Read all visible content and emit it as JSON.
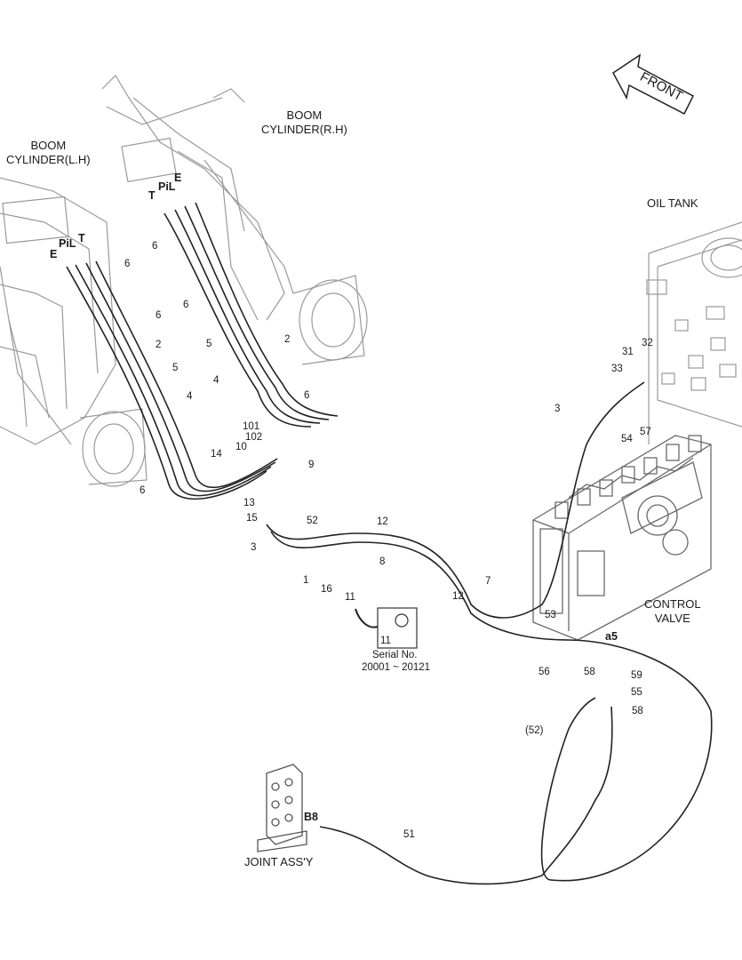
{
  "titles": {
    "boom_cyl_lh": "BOOM\nCYLINDER(L.H)",
    "boom_cyl_rh": "BOOM\nCYLINDER(R.H)",
    "oil_tank": "OIL TANK",
    "control_valve": "CONTROL\nVALVE",
    "joint_assy": "JOINT ASS'Y",
    "front": "FRONT",
    "serial_label": "Serial No.",
    "serial_range": "20001 ~ 20121"
  },
  "ports": {
    "lh_e": "E",
    "lh_pil": "PiL",
    "lh_t": "T",
    "rh_t": "T",
    "rh_pil": "PiL",
    "rh_e": "E",
    "a5": "a5",
    "b8": "B8"
  },
  "parts": {
    "p6a": "6",
    "p6b": "6",
    "p6c": "6",
    "p6d": "6",
    "p6e": "6",
    "p6f": "6",
    "p2a": "2",
    "p5a": "5",
    "p4a": "4",
    "p5b": "5",
    "p2b": "2",
    "p4b": "4",
    "p101": "101",
    "p102": "102",
    "p10": "10",
    "p14": "14",
    "p9": "9",
    "p13": "13",
    "p15": "15",
    "p52": "52",
    "p3a": "3",
    "p1": "1",
    "p16": "16",
    "p11a": "11",
    "p11b": "11",
    "p12a": "12",
    "p8": "8",
    "p12b": "12",
    "p7": "7",
    "p53": "53",
    "p56": "56",
    "p3b": "3",
    "p31": "31",
    "p32": "32",
    "p33": "33",
    "p54": "54",
    "p57": "57",
    "p58a": "58",
    "p59": "59",
    "p55": "55",
    "p58b": "58",
    "p52paren": "(52)",
    "p51": "51"
  }
}
